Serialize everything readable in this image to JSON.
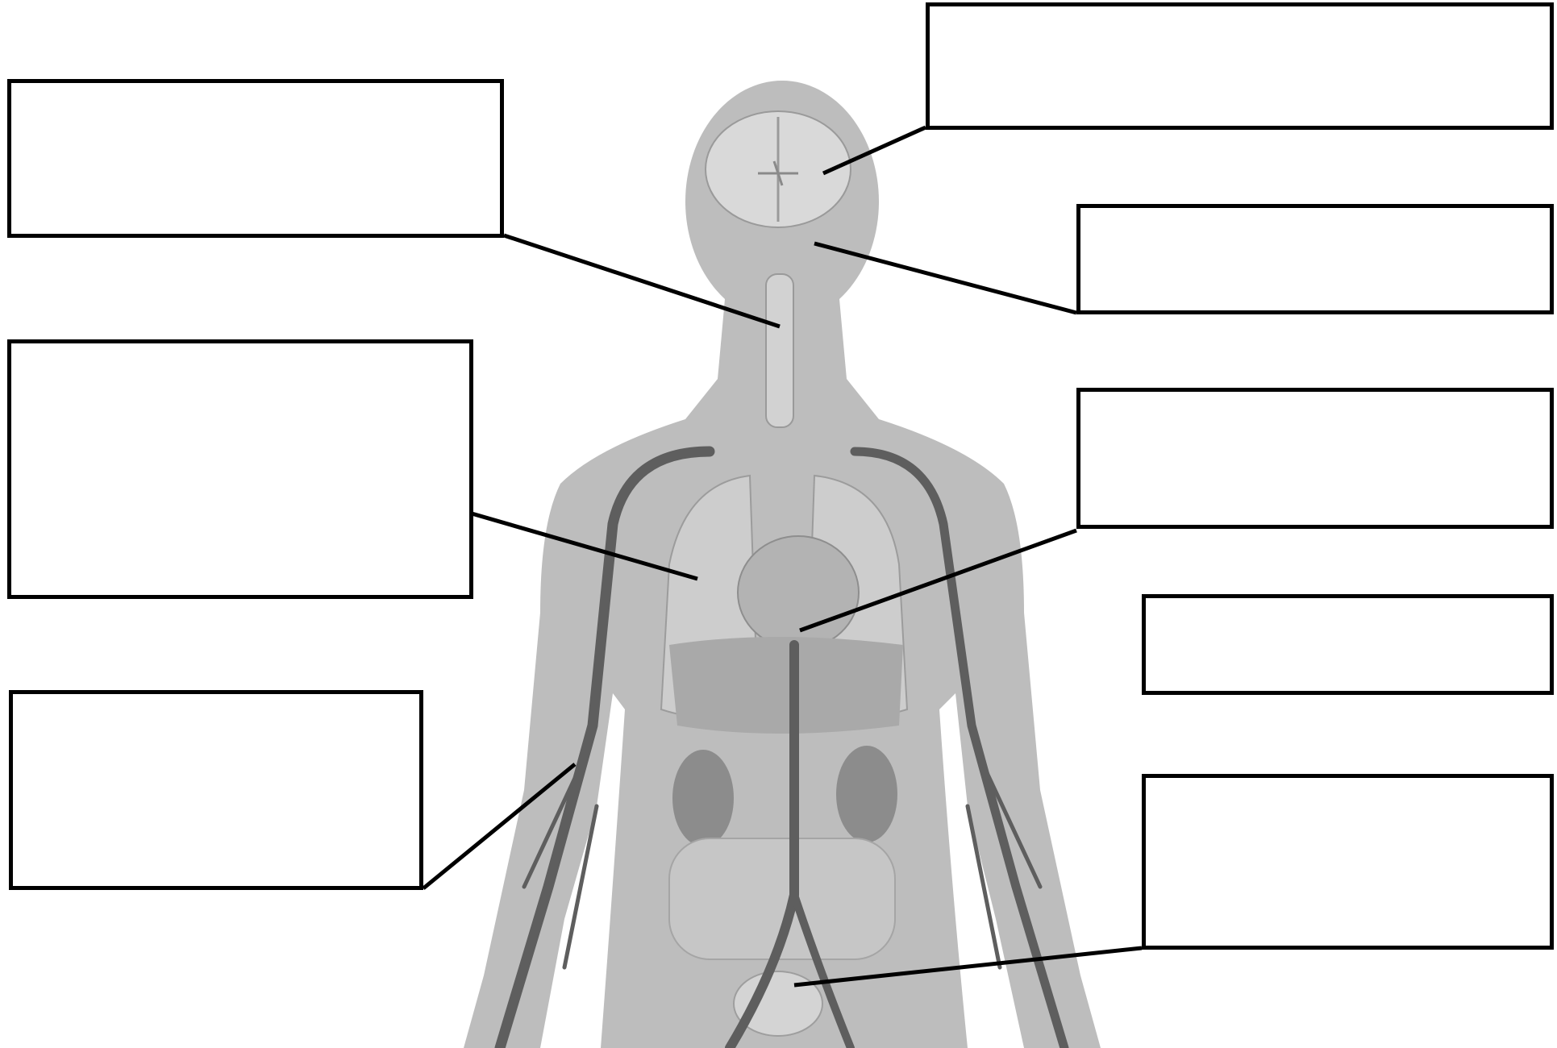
{
  "diagram": {
    "style": {
      "body_fill": "#bdbdbd",
      "organ_fill": "#a6a6a6",
      "vessel_color": "#5e5e5e",
      "line_color": "#000000",
      "box_border": "#000000"
    },
    "labels": [
      {
        "id": "box-brain",
        "text": ""
      },
      {
        "id": "box-throat",
        "text": ""
      },
      {
        "id": "box-head",
        "text": ""
      },
      {
        "id": "box-lung",
        "text": ""
      },
      {
        "id": "box-heart",
        "text": ""
      },
      {
        "id": "box-arm-right",
        "text": ""
      },
      {
        "id": "box-arm-left",
        "text": ""
      },
      {
        "id": "box-pelvis",
        "text": ""
      }
    ]
  }
}
